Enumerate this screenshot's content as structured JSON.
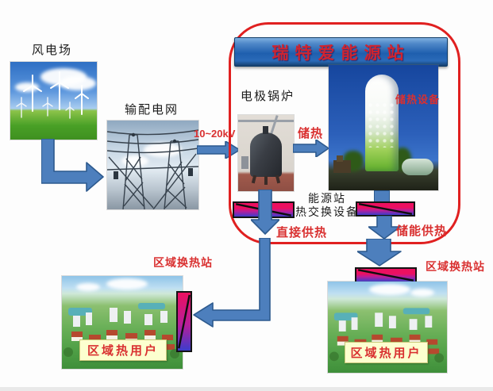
{
  "theme": {
    "arrow_fill": "#4d7fbd",
    "arrow_border": "#2d5a8e",
    "station_border": "#e02020",
    "banner_top": "#7fb0e0",
    "banner_bottom": "#16406e",
    "title_red": "#cf2430",
    "label_red": "#d93030",
    "label_black": "#1c1c1c",
    "hx_red": "#ec1060",
    "hx_mid": "#b81e9a",
    "hx_blue": "#3c3ccc",
    "user_box_bg": "#fcffcf",
    "user_box_border": "#c9c878"
  },
  "labels": {
    "wind_farm": "风电场",
    "grid": "输配电网",
    "voltage": "10~20kV",
    "station_title": "瑞特爱能源站",
    "boiler": "电极锅炉",
    "charge_heat": "储热",
    "storage_device": "储热设备",
    "station_hx_line1": "能源站",
    "station_hx_line2": "热交换设备",
    "direct_supply": "直接供热",
    "storage_supply": "储能供热",
    "district_station_left": "区域换热站",
    "district_station_right": "区域换热站",
    "district_users_left": "区域热用户",
    "district_users_right": "区域热用户"
  }
}
